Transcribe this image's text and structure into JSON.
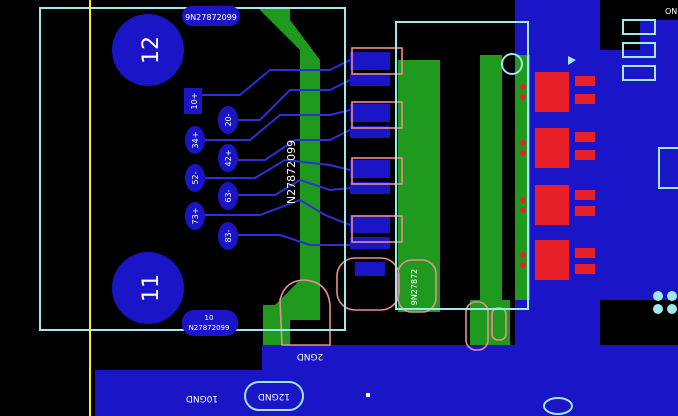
{
  "viewer": {
    "title": "PCB layout view"
  },
  "labels": {
    "part_top": "9N27872099",
    "part_bottom": "N27872099",
    "pin10": "10",
    "pin11": "11",
    "pin12": "12",
    "part_vertical": "N27872099",
    "part_small": "9N27872",
    "top_right": "ON",
    "pad_10plus": "10+",
    "pad_20minus": "20-",
    "pad_34plus": "34+",
    "pad_42plus": "42+",
    "pad_52minus": "52-",
    "pad_63minus": "63-",
    "pad_73plus": "73+",
    "pad_83minus": "83-",
    "net_2gnd": "2GND",
    "net_10gnd": "10GND",
    "net_12gnd": "12GND"
  },
  "colors": {
    "background": "#000000",
    "board_blue": "#1a16c7",
    "copper_green": "#1f9a1f",
    "outline_cyan": "#9fe8ee",
    "pad_red": "#e8202a",
    "salmon": "#e98f8f",
    "guide_yellow": "#f2ef2a",
    "trace_blue": "#2a31d8"
  }
}
